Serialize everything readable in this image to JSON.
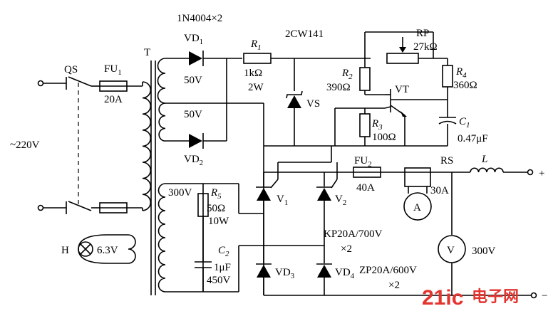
{
  "labels": {
    "diodes_type": "1N4004×2",
    "vd1_name": "VD",
    "vd1_sub": "1",
    "vd2_name": "VD",
    "vd2_sub": "2",
    "v_50_top": "50V",
    "v_50_bot": "50V",
    "transformer": "T",
    "qs": "QS",
    "fu1_name": "FU",
    "fu1_sub": "1",
    "fu1_rating": "20A",
    "mains": "~220V",
    "lamp": "H",
    "lamp_v": "6.3V",
    "r1_name": "R",
    "r1_sub": "1",
    "r1_val": "1kΩ",
    "r1_pow": "2W",
    "zener_type": "2CW141",
    "vs": "VS",
    "rp": "RP",
    "rp_val": "27kΩ",
    "r2_name": "R",
    "r2_sub": "2",
    "r2_val": "390Ω",
    "vt": "VT",
    "r4_name": "R",
    "r4_sub": "4",
    "r4_val": "360Ω",
    "r3_name": "R",
    "r3_sub": "3",
    "r3_val": "100Ω",
    "c1_name": "C",
    "c1_sub": "1",
    "c1_val": "0.47μF",
    "fu2_name": "FU",
    "fu2_sub": "2",
    "fu2_rating": "40A",
    "rs": "RS",
    "l": "L",
    "rs_rating": "30A",
    "plus": "+",
    "v_300_sec": "300V",
    "r5_name": "R",
    "r5_sub": "5",
    "r5_val": "50Ω",
    "r5_pow": "10W",
    "v1_name": "V",
    "v1_sub": "1",
    "v2_name": "V",
    "v2_sub": "2",
    "scr_type": "KP20A/700V",
    "scr_count": "×2",
    "ammeter": "A",
    "voltmeter": "V",
    "v_300_out": "300V",
    "c2_name": "C",
    "c2_sub": "2",
    "c2_val": "1μF",
    "c2_v": "450V",
    "vd3_name": "VD",
    "vd3_sub": "3",
    "vd4_name": "VD",
    "vd4_sub": "4",
    "diode_type2": "ZP20A/600V",
    "diode_count2": "×2",
    "minus": "−",
    "watermark_a": "21ic",
    "watermark_b": "电子网"
  },
  "colors": {
    "ink": "#000000",
    "watermark": "#e3342f"
  }
}
